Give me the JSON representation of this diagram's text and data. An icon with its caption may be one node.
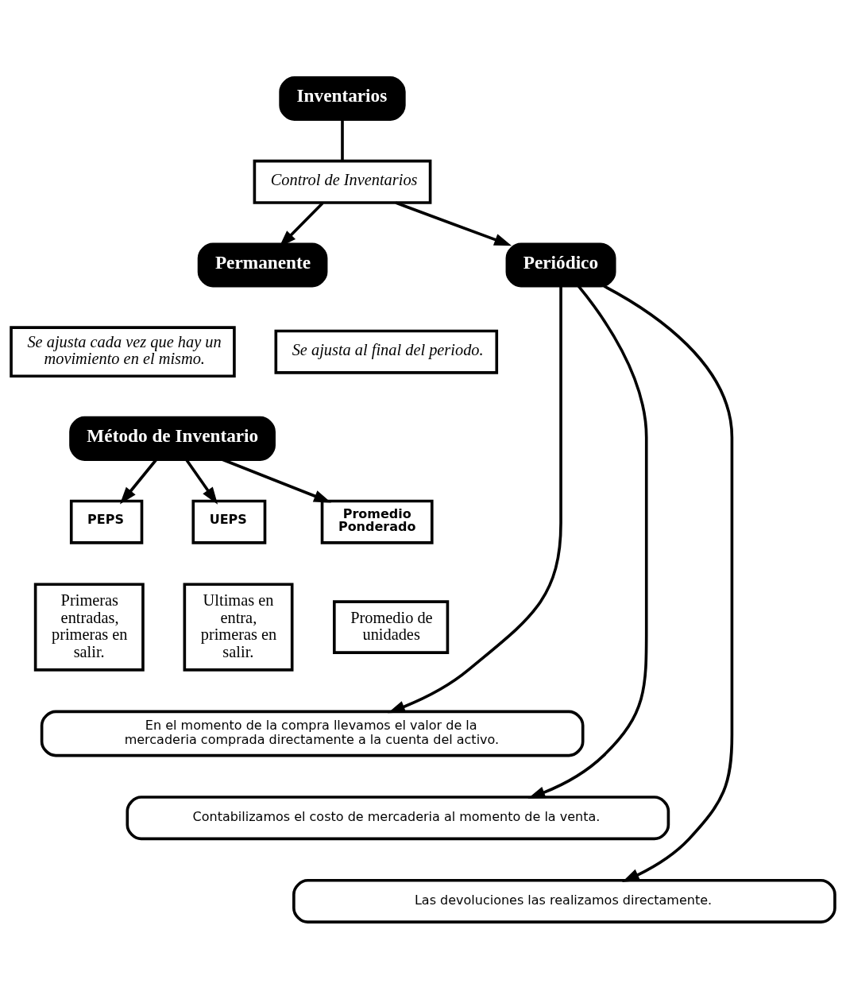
{
  "diagram": {
    "nodes": [
      {
        "text": [
          "Inventarios"
        ]
      },
      {
        "text": [
          "Control de Inventarios"
        ]
      },
      {
        "text": [
          "Permanente"
        ]
      },
      {
        "text": [
          "Se ajusta cada vez que hay un movimiento en el mismo."
        ]
      },
      {
        "text": [
          "Periódico"
        ]
      },
      {
        "text": [
          "Se ajusta al final del periodo."
        ]
      },
      {
        "text": [
          "Método de Inventario"
        ]
      },
      {
        "text": [
          "PEPS"
        ]
      },
      {
        "text": [
          "UEPS"
        ]
      },
      {
        "text": [
          "Promedio Ponderado"
        ]
      },
      {
        "text": [
          "Primeras entradas, primeras en salir."
        ]
      },
      {
        "text": [
          "Ultimas en entra, primeras en salir."
        ]
      },
      {
        "text": [
          "Promedio de unidades"
        ]
      },
      {
        "text": [
          "En el momento de la compra llevamos el valor de la mercaderia comprada directamente a la cuenta del activo."
        ]
      },
      {
        "text": [
          "Contabilizamos el costo de mercaderia al momento de la venta."
        ]
      },
      {
        "text": [
          "Las devoluciones las realizamos directamente."
        ]
      }
    ],
    "edges": [
      {
        "from": 0,
        "to": 1,
        "arrow": "none"
      },
      {
        "from": 1,
        "to": 2,
        "arrow": "to"
      },
      {
        "from": 1,
        "to": 4,
        "arrow": "to"
      },
      {
        "from": 6,
        "to": 7,
        "arrow": "to"
      },
      {
        "from": 6,
        "to": 8,
        "arrow": "to"
      },
      {
        "from": 6,
        "to": 9,
        "arrow": "to"
      },
      {
        "from": 4,
        "to": 13,
        "arrow": "to"
      },
      {
        "from": 4,
        "to": 14,
        "arrow": "to"
      },
      {
        "from": 4,
        "to": 15,
        "arrow": "to"
      }
    ]
  }
}
